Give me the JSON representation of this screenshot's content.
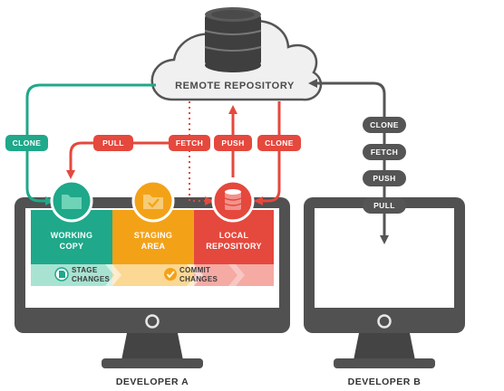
{
  "remote": {
    "label": "REMOTE REPOSITORY"
  },
  "developer_a": {
    "label": "DEVELOPER A",
    "pills": {
      "clone_left": "CLONE",
      "pull": "PULL",
      "fetch": "FETCH",
      "push": "PUSH",
      "clone_right": "CLONE"
    },
    "zones": {
      "working": {
        "line1": "WORKING",
        "line2": "COPY"
      },
      "staging": {
        "line1": "STAGING",
        "line2": "AREA"
      },
      "local": {
        "line1": "LOCAL",
        "line2": "REPOSITORY"
      }
    },
    "actions": {
      "stage": {
        "line1": "STAGE",
        "line2": "CHANGES"
      },
      "commit": {
        "line1": "COMMIT",
        "line2": "CHANGES"
      }
    }
  },
  "developer_b": {
    "label": "DEVELOPER B",
    "pills": [
      "CLONE",
      "FETCH",
      "PUSH",
      "PULL"
    ]
  },
  "colors": {
    "teal": "#1fa88a",
    "teal_light": "#6fd3b8",
    "orange": "#f3a218",
    "orange_light": "#f8cc76",
    "red": "#e5483d",
    "red_light": "#f1938c",
    "gray_dark": "#515151",
    "gray_mid": "#6a6a6a",
    "cloud": "#f0f0f0"
  },
  "icons": {
    "remote": "database-icon",
    "working": "folder-icon",
    "staging": "folder-check-icon",
    "local": "database-icon",
    "stage": "document-icon",
    "commit": "checkmark-icon"
  }
}
